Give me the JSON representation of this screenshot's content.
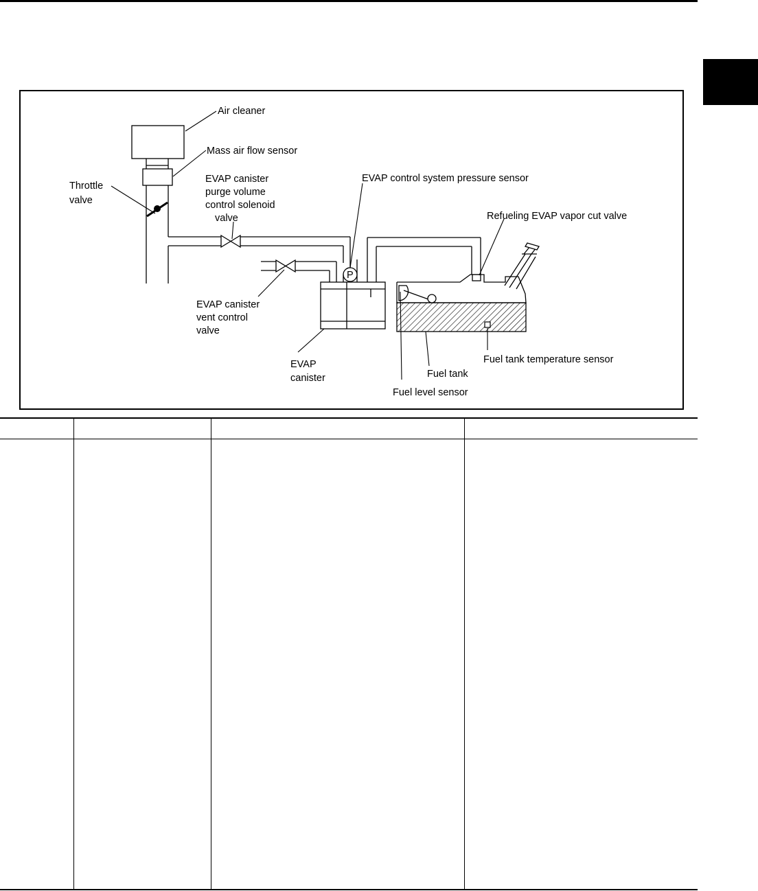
{
  "diagram": {
    "labels": {
      "air_cleaner": "Air cleaner",
      "mass_air_flow_sensor": "Mass air flow sensor",
      "throttle_valve_line1": "Throttle",
      "throttle_valve_line2": "valve",
      "purge_line1": "EVAP canister",
      "purge_line2": "purge volume",
      "purge_line3": "control solenoid",
      "purge_line4": "valve",
      "pressure_sensor": "EVAP control system pressure sensor",
      "refuel_cut_valve": "Refueling EVAP vapor cut valve",
      "vent_line1": "EVAP canister",
      "vent_line2": "vent control",
      "vent_line3": "valve",
      "canister_line1": "EVAP",
      "canister_line2": "canister",
      "fuel_tank_temp": "Fuel tank temperature sensor",
      "fuel_tank": "Fuel tank",
      "fuel_level": "Fuel level sensor",
      "pressure_symbol": "P"
    }
  },
  "table": {
    "headers": [
      "",
      "",
      "",
      ""
    ],
    "rows": []
  }
}
